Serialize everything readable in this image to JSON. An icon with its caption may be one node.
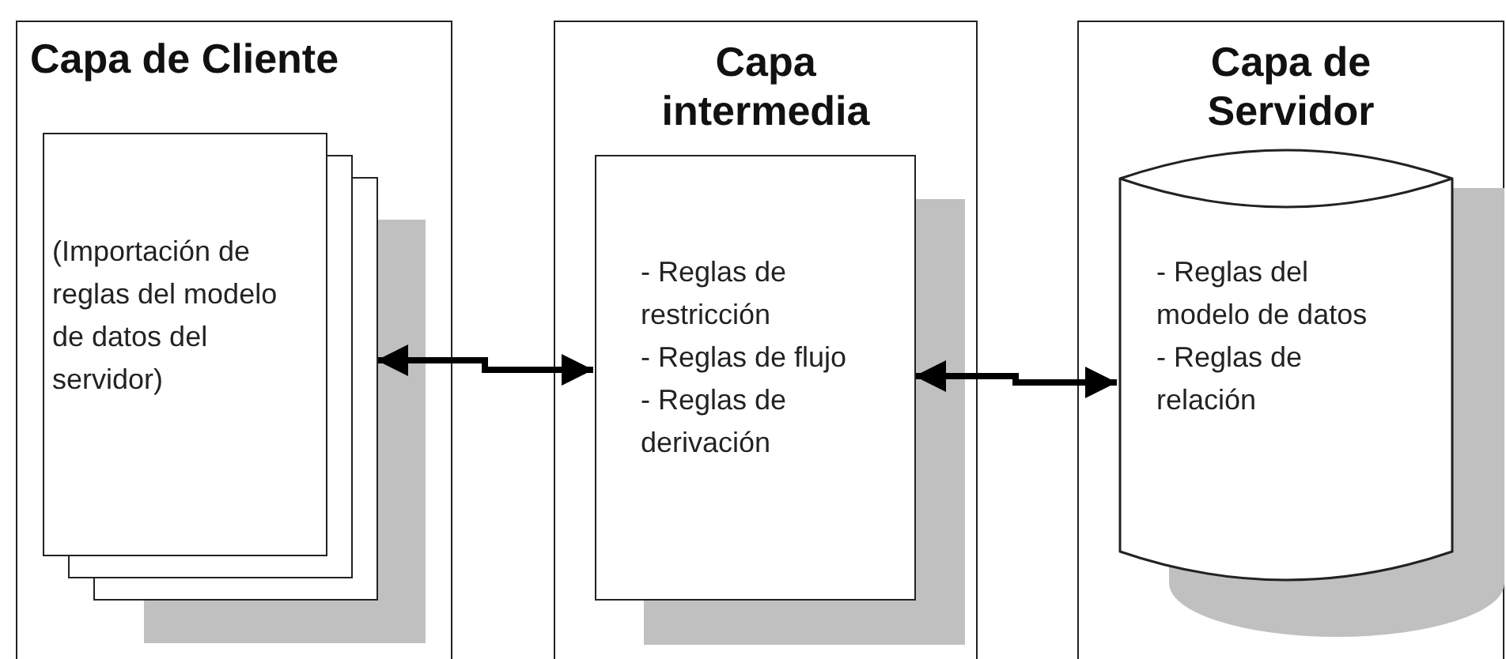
{
  "diagram": {
    "nodes": [
      {
        "text": [
          "Capa de Cliente"
        ]
      },
      {
        "text": [
          "(Importación de reglas del modelo de datos del servidor)"
        ],
        "in": 0
      },
      {
        "text": [
          "Capa intermedia"
        ]
      },
      {
        "text": [
          "- Reglas de restricción",
          "- Reglas de flujo",
          "- Reglas de derivación"
        ],
        "in": 2
      },
      {
        "text": [
          "Capa de Servidor"
        ]
      },
      {
        "text": [
          "- Reglas del modelo de datos",
          "- Reglas de relación"
        ],
        "in": 4
      }
    ],
    "edges": [
      {
        "from": 1,
        "to": 3,
        "arrow": "both"
      },
      {
        "from": 3,
        "to": 5,
        "arrow": "both"
      }
    ]
  }
}
